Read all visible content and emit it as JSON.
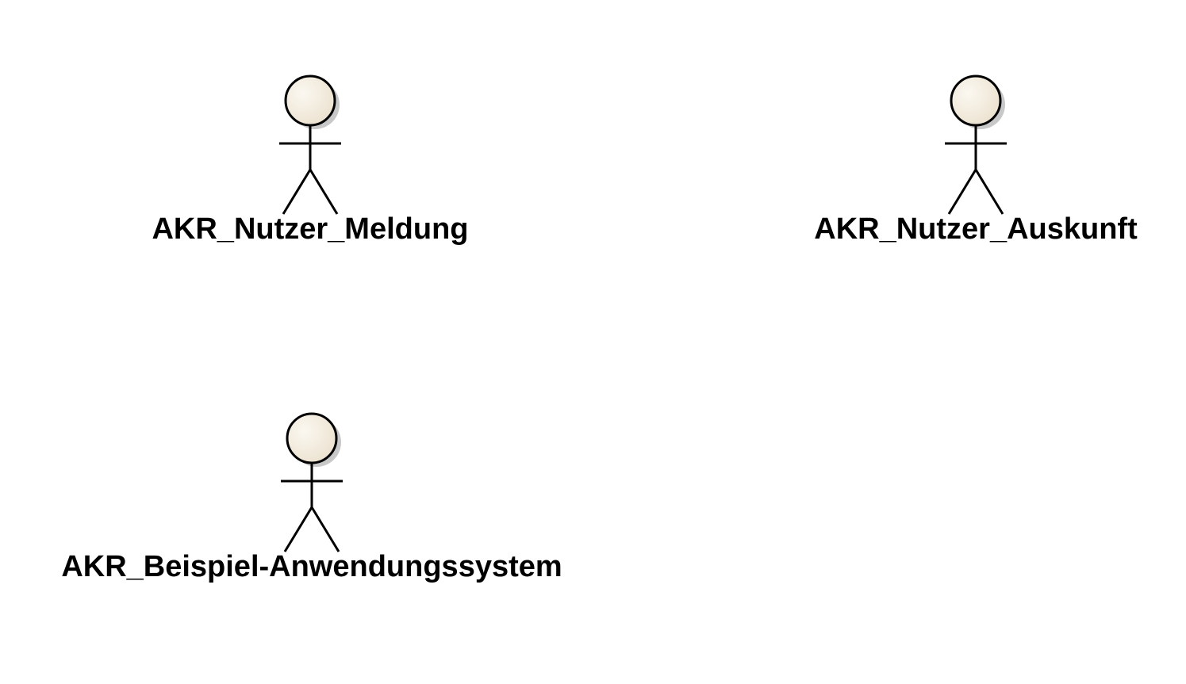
{
  "diagram": {
    "type": "UML use case diagram",
    "colors": {
      "actor_head_fill": "#f5efe3",
      "actor_shadow": "#c8c8c8",
      "actor_stroke": "#000000",
      "label": "#000000",
      "background": "#ffffff"
    },
    "actors": [
      {
        "label": "AKR_Nutzer_Meldung",
        "icon": "stick-figure-actor-icon"
      },
      {
        "label": "AKR_Nutzer_Auskunft",
        "icon": "stick-figure-actor-icon"
      },
      {
        "label": "AKR_Beispiel-Anwendungssystem",
        "icon": "stick-figure-actor-icon"
      }
    ]
  }
}
